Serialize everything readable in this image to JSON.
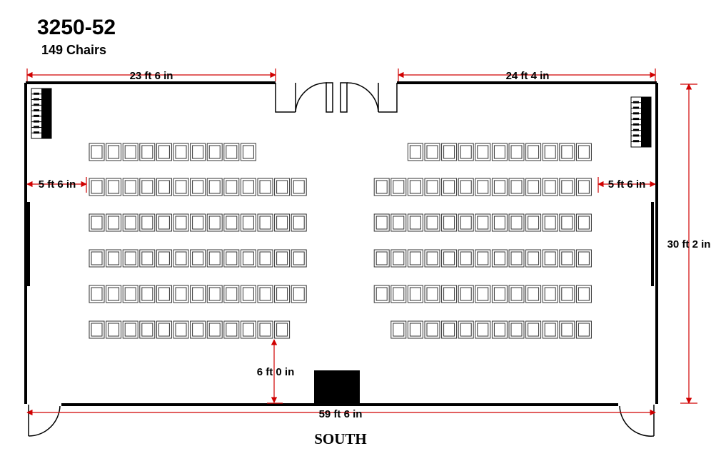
{
  "room": {
    "name": "3250-52",
    "capacity_label": "149 Chairs",
    "orientation_label": "SOUTH"
  },
  "dimensions": {
    "top_left": "23 ft  6 in",
    "top_right": "24 ft  4 in",
    "side_left": "5 ft  6 in",
    "side_right": "5 ft  6 in",
    "height": "30 ft  2 in",
    "front_gap": "6 ft  0 in",
    "width": "59 ft  6 in"
  },
  "seating": {
    "left_rows": [
      10,
      13,
      13,
      13,
      13,
      12
    ],
    "right_rows": [
      11,
      13,
      13,
      13,
      13,
      12
    ],
    "total_chairs": 149
  },
  "colors": {
    "dimension_line": "#d00000",
    "walls": "#000000",
    "chair_outline": "#333333"
  },
  "icons": {
    "piano_left": "piano-icon",
    "piano_right": "piano-icon",
    "podium": "podium-icon"
  }
}
